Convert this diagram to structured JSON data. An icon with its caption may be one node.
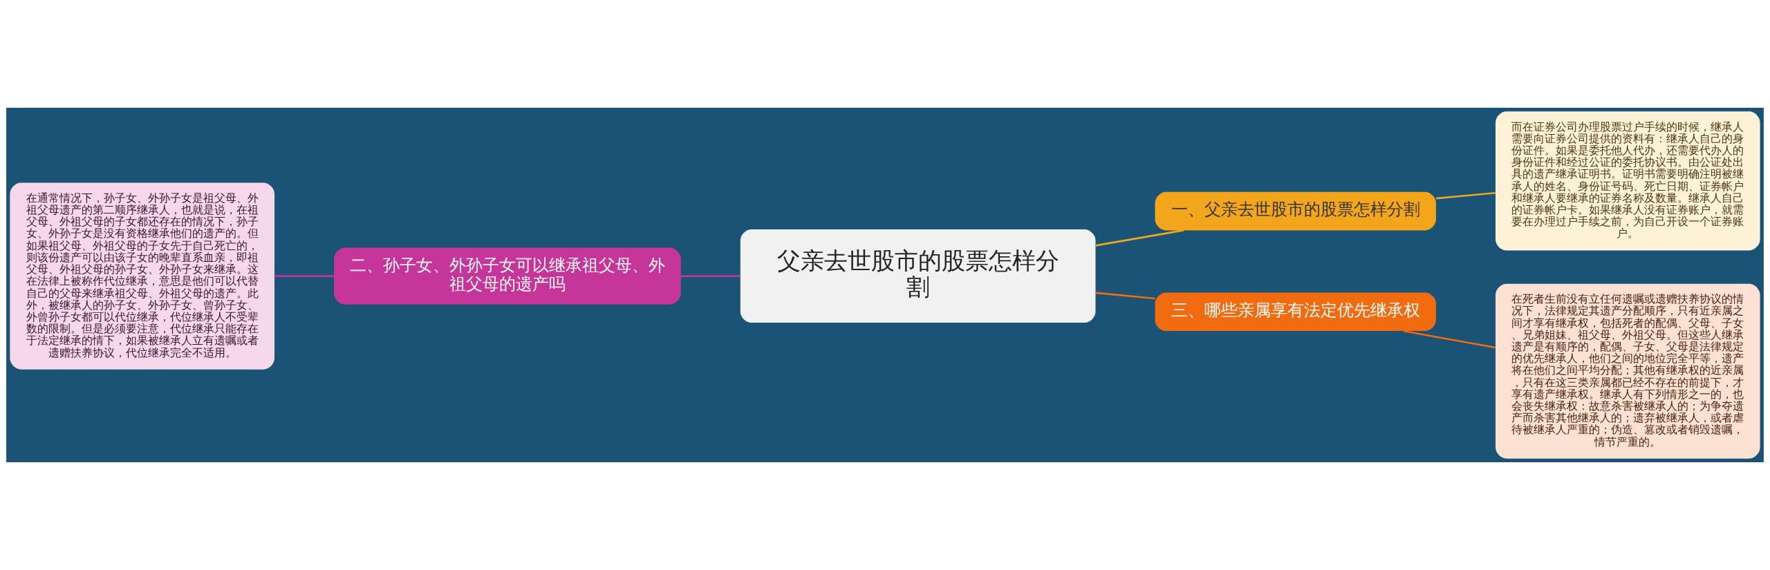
{
  "diagram": {
    "nodes": [
      {
        "text": [
          "父亲去世股市的股票怎样分割"
        ]
      },
      {
        "text": [
          "一、父亲去世股市的股票怎样分割"
        ]
      },
      {
        "text": [
          "而在证券公司办理股票过户手续的时候，继承人需要向证券公司提供的资料有：继承人自己的身份证件。如果是委托他人代办，还需要代办人的身份证件和经过公证的委托协议书。由公证处出具的遗产继承证明书。证明书需要明确注明被继承人的姓名、身份证号码、死亡日期、证券帐户和继承人要继承的证券名称及数量。继承人自己的证券帐户卡。如果继承人没有证券账户，就需要在办理过户手续之前，为自己开设一个证券账户。"
        ]
      },
      {
        "text": [
          "二、孙子女、外孙子女可以继承祖父母、外祖父母的遗产吗"
        ]
      },
      {
        "text": [
          "在通常情况下，孙子女、外孙子女是祖父母、外祖父母遗产的第二顺序继承人，也就是说，在祖父母、外祖父母的子女都还存在的情况下，孙子女、外孙子女是没有资格继承他们的遗产的。但如果祖父母、外祖父母的子女先于自己死亡的，则该份遗产可以由该子女的晚辈直系血亲，即祖父母、外祖父母的孙子女、外孙子女来继承。这在法律上被称作代位继承，意思是他们可以代替自己的父母来继承祖父母、外祖父母的遗产。此外，被继承人的孙子女、外孙子女、曾孙子女、外曾孙子女都可以代位继承，代位继承人不受辈数的限制。但是必须要注意，代位继承只能存在于法定继承的情下，如果被继承人立有遗嘱或者遗赠扶养协议，代位继承完全不适用。"
        ]
      },
      {
        "text": [
          "三、哪些亲属享有法定优先继承权"
        ]
      },
      {
        "text": [
          "在死者生前没有立任何遗嘱或遗赠扶养协议的情况下，法律规定其遗产分配顺序，只有近亲属之间才享有继承权，包括死者的配偶、父母、子女、兄弟姐妹、祖父母、外祖父母。但这些人继承遗产是有顺序的，配偶、子女、父母是法律规定的优先继承人，他们之间的地位完全平等，遗产将在他们之间平均分配；其他有继承权的近亲属，只有在这三类亲属都已经不存在的前提下，才享有遗产继承权。继承人有下列情形之一的，也会丧失继承权：故意杀害被继承人的；为争夺遗产而杀害其他继承人的；遗弃被继承人，或者虐待被继承人严重的；伪造、篡改或者销毁遗嘱，情节严重的。"
        ]
      }
    ],
    "edges": [
      {
        "from": 0,
        "to": 1,
        "arrow": "none",
        "color": "#f0a81c"
      },
      {
        "from": 1,
        "to": 2,
        "arrow": "none",
        "color": "#f0a81c"
      },
      {
        "from": 0,
        "to": 3,
        "arrow": "none",
        "color": "#c6359a"
      },
      {
        "from": 3,
        "to": 4,
        "arrow": "none",
        "color": "#c6359a"
      },
      {
        "from": 0,
        "to": 5,
        "arrow": "none",
        "color": "#f26b0f"
      },
      {
        "from": 5,
        "to": 6,
        "arrow": "none",
        "color": "#f26b0f"
      }
    ]
  }
}
